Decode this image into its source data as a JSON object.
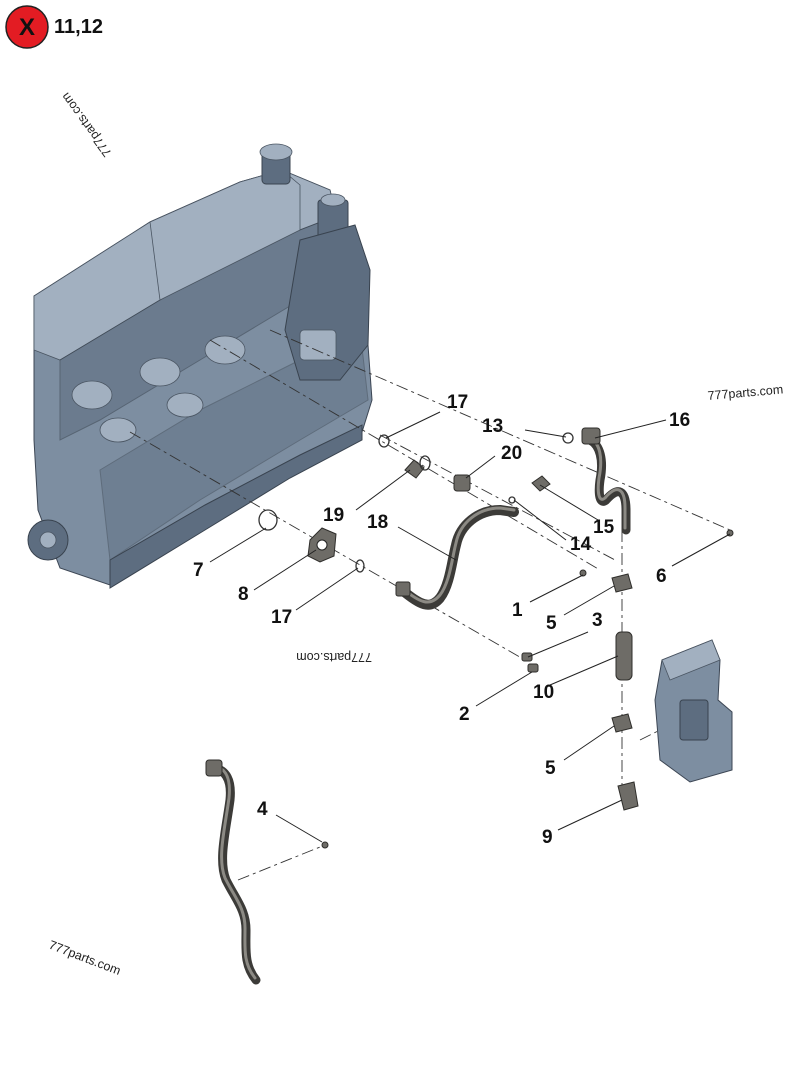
{
  "header": {
    "badge_symbol": "X",
    "title": "11,12",
    "badge_color": "#e31c23"
  },
  "watermarks": [
    "777parts.com",
    "777parts.com",
    "777parts.com",
    "777parts.com"
  ],
  "callouts": [
    "17",
    "13",
    "16",
    "20",
    "19",
    "18",
    "15",
    "14",
    "7",
    "6",
    "8",
    "1",
    "17",
    "5",
    "3",
    "10",
    "2",
    "5",
    "4",
    "9"
  ],
  "colors": {
    "engine_body": "#7d8ea1",
    "pipe": "#3c3b38",
    "badge": "#e31c23"
  }
}
